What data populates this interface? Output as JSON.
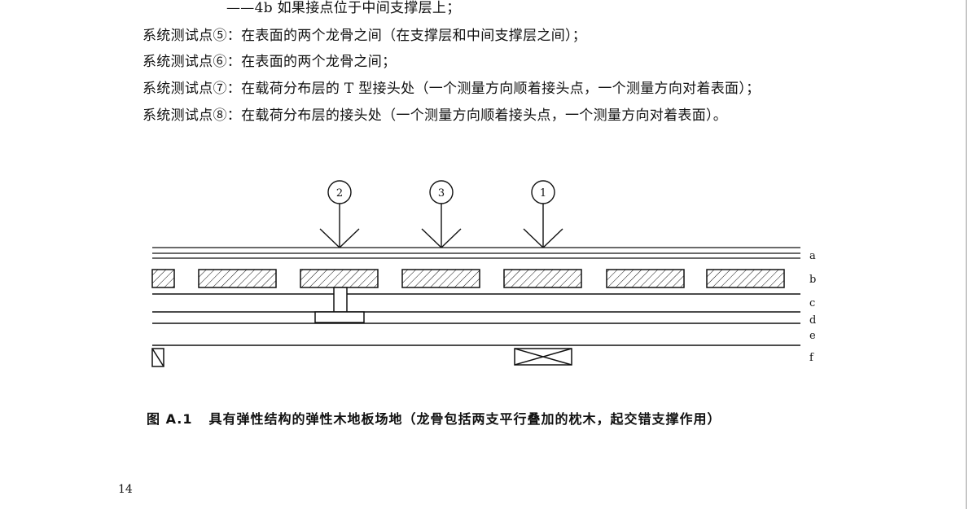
{
  "text": {
    "line1": "——4b 如果接点位于中间支撑层上；",
    "line2": "系统测试点⑤：在表面的两个龙骨之间（在支撑层和中间支撑层之间）；",
    "line3": "系统测试点⑥：在表面的两个龙骨之间；",
    "line4": "系统测试点⑦：在载荷分布层的 T 型接头处（一个测量方向顺着接头点，一个测量方向对着表面）；",
    "line5": "系统测试点⑧：在载荷分布层的接头处（一个测量方向顺着接头点，一个测量方向对着表面）。"
  },
  "figure": {
    "markers": [
      "2",
      "3",
      "1"
    ],
    "layer_labels": [
      "a",
      "b",
      "c",
      "d",
      "e",
      "f"
    ],
    "caption_number": "图 A.1",
    "caption_text": "具有弹性结构的弹性木地板场地（龙骨包括两支平行叠加的枕木，起交错支撑作用）"
  },
  "page": {
    "number": "14"
  }
}
